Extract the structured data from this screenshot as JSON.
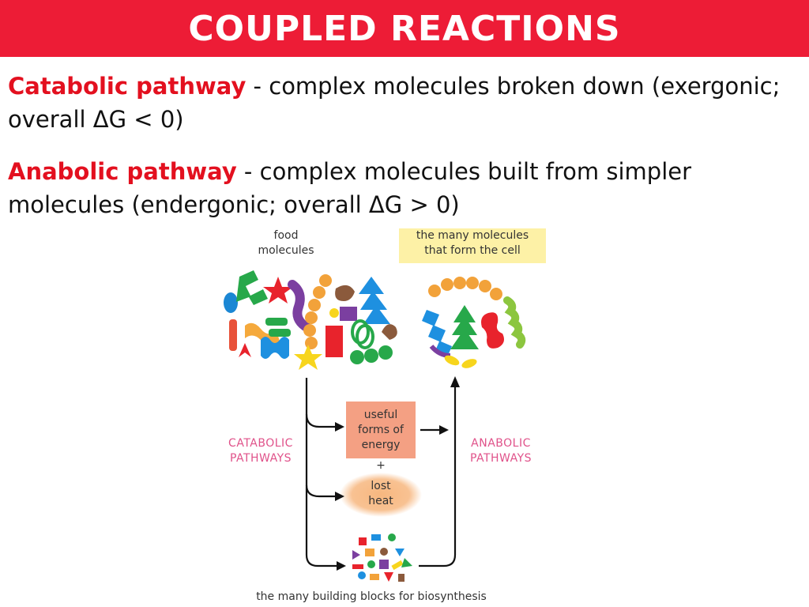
{
  "title": "COUPLED REACTIONS",
  "definitions": [
    {
      "term": "Catabolic pathway",
      "text": " - complex molecules broken down (exergonic; overall ΔG < 0)"
    },
    {
      "term": "Anabolic pathway",
      "text": " - complex molecules built from simpler molecules (endergonic; overall ΔG > 0)"
    }
  ],
  "diagram": {
    "food_label": "food\nmolecules",
    "cell_label": "the many molecules\nthat form the cell",
    "catabolic_label": "CATABOLIC\nPATHWAYS",
    "anabolic_label": "ANABOLIC\nPATHWAYS",
    "energy_label": "useful\nforms of\nenergy",
    "plus": "+",
    "heat_label": "lost\nheat",
    "blocks_label": "the many building blocks for biosynthesis"
  },
  "colors": {
    "title_bar": "#ed1c36",
    "term": "#e3101f",
    "pathway_label": "#e0528a",
    "energy_box": "#f4a083",
    "heat_glow": "#f7b77f",
    "cell_label_bg": "#fdf1a6"
  }
}
